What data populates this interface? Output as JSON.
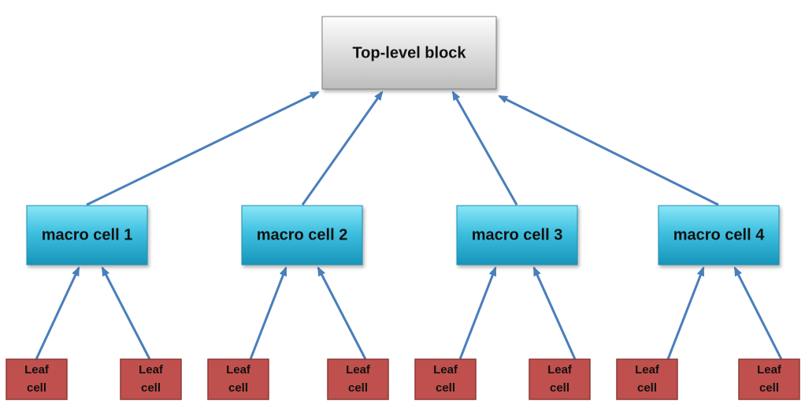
{
  "diagram": {
    "top_block": {
      "label": "Top-level block"
    },
    "macro_cells": [
      {
        "label": "macro cell 1"
      },
      {
        "label": "macro cell 2"
      },
      {
        "label": "macro cell 3"
      },
      {
        "label": "macro cell 4"
      }
    ],
    "leaf_cells": [
      {
        "line1": "Leaf",
        "line2": "cell"
      },
      {
        "line1": "Leaf",
        "line2": "cell"
      },
      {
        "line1": "Leaf",
        "line2": "cell"
      },
      {
        "line1": "Leaf",
        "line2": "cell"
      },
      {
        "line1": "Leaf",
        "line2": "cell"
      },
      {
        "line1": "Leaf",
        "line2": "cell"
      },
      {
        "line1": "Leaf",
        "line2": "cell"
      },
      {
        "line1": "Leaf",
        "line2": "cell"
      }
    ]
  },
  "colors": {
    "arrow": "#4a7ebb",
    "macro_fill_top": "#7ee2f4",
    "macro_fill_bottom": "#1a9fc4",
    "macro_border": "#1f8fb3",
    "leaf_fill": "#c0504d",
    "leaf_border": "#8c3836",
    "top_fill_top": "#fdfdfd",
    "top_fill_bottom": "#bdbdbd",
    "top_border": "#7f7f7f"
  }
}
